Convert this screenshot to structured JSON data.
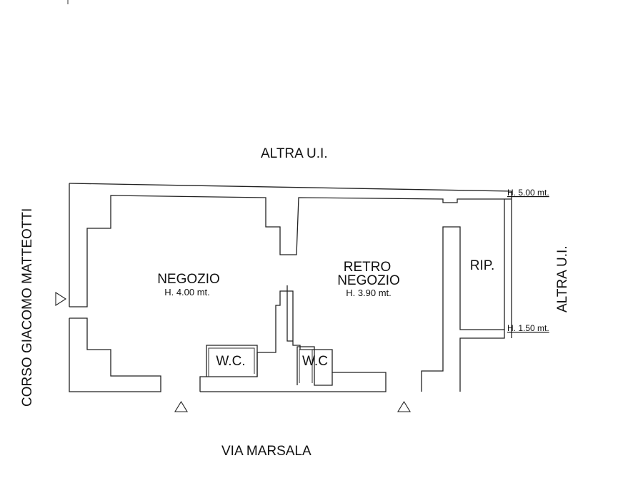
{
  "streets": {
    "top": "ALTRA U.I.",
    "right": "ALTRA U.I.",
    "left": "CORSO GIACOMO MATTEOTTI",
    "bottom": "VIA MARSALA"
  },
  "rooms": {
    "negozio": {
      "name": "NEGOZIO",
      "height": "H. 4.00 mt."
    },
    "retro": {
      "name_line1": "RETRO",
      "name_line2": "NEGOZIO",
      "height": "H. 3.90 mt."
    },
    "rip": {
      "name": "RIP."
    },
    "wc1": {
      "name": "W.C."
    },
    "wc2": {
      "name": "W.C"
    }
  },
  "dimensions": {
    "top_height": "H. 5.00 mt.",
    "lower_height": "H. 1.50 mt."
  }
}
